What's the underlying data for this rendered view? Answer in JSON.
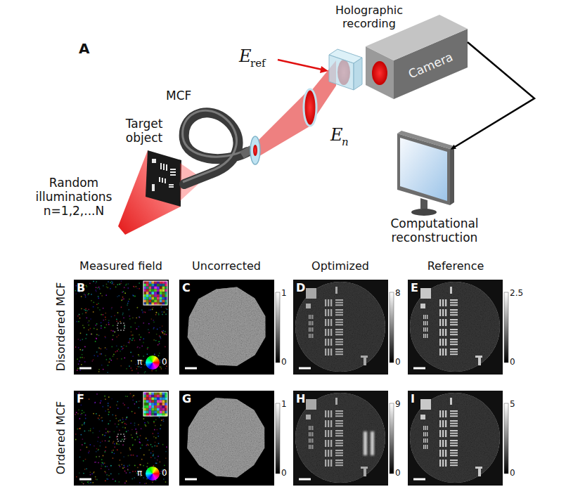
{
  "diagram": {
    "nodes": [
      {
        "text": [
          "Camera"
        ]
      },
      {
        "text": [
          "Computational reconstruction"
        ]
      }
    ],
    "edges": [
      {
        "from": 0,
        "to": 1,
        "arrow": "to"
      }
    ],
    "labels": [
      "A",
      "Holographic recording",
      "E",
      "ref",
      "MCF",
      "E",
      "n",
      "Target object",
      "Random illuminations n=1,2,...N",
      "B",
      "C",
      "D",
      "E",
      "F",
      "G",
      "H",
      "I",
      "Measured field",
      "Uncorrected",
      "Optimized",
      "Reference",
      "Disordered MCF",
      "Ordered MCF",
      "π",
      "0",
      "1",
      "0",
      "8",
      "0",
      "2.5",
      "0",
      "π",
      "0",
      "1",
      "0",
      "9",
      "0",
      "5",
      "0"
    ]
  }
}
